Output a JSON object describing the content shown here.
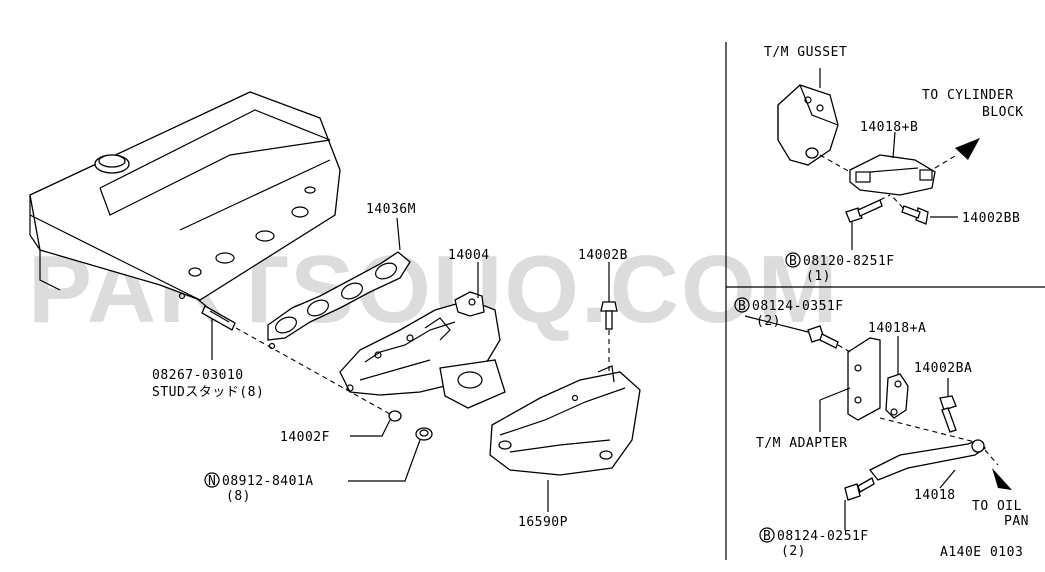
{
  "watermark": "PARTSOUQ.COM",
  "diagram_code": "A140E 0103",
  "labels": {
    "tm_gusset": "T/M GUSSET",
    "to_cylinder_block_1": "TO CYLINDER",
    "to_cylinder_block_2": "BLOCK",
    "p14018b": "14018+B",
    "p14002bb": "14002BB",
    "b_08120": "08120-8251F",
    "b_08120_qty": "(1)",
    "p14036m": "14036M",
    "p14004": "14004",
    "p14002b": "14002B",
    "p08267": "08267-03010",
    "stud": "STUDスタッド(8)",
    "p14002f": "14002F",
    "n_08912": "08912-8401A",
    "n_08912_qty": "(8)",
    "p16590p": "16590P",
    "b_08124_03": "08124-0351F",
    "b_08124_03_qty": "(2)",
    "p14018a": "14018+A",
    "p14002ba": "14002BA",
    "tm_adapter": "T/M ADAPTER",
    "p14018": "14018",
    "to_oil_pan_1": "TO OIL",
    "to_oil_pan_2": "PAN",
    "b_08124_02": "08124-0251F",
    "b_08124_02_qty": "(2)",
    "circle_b": "B",
    "circle_n": "N"
  }
}
